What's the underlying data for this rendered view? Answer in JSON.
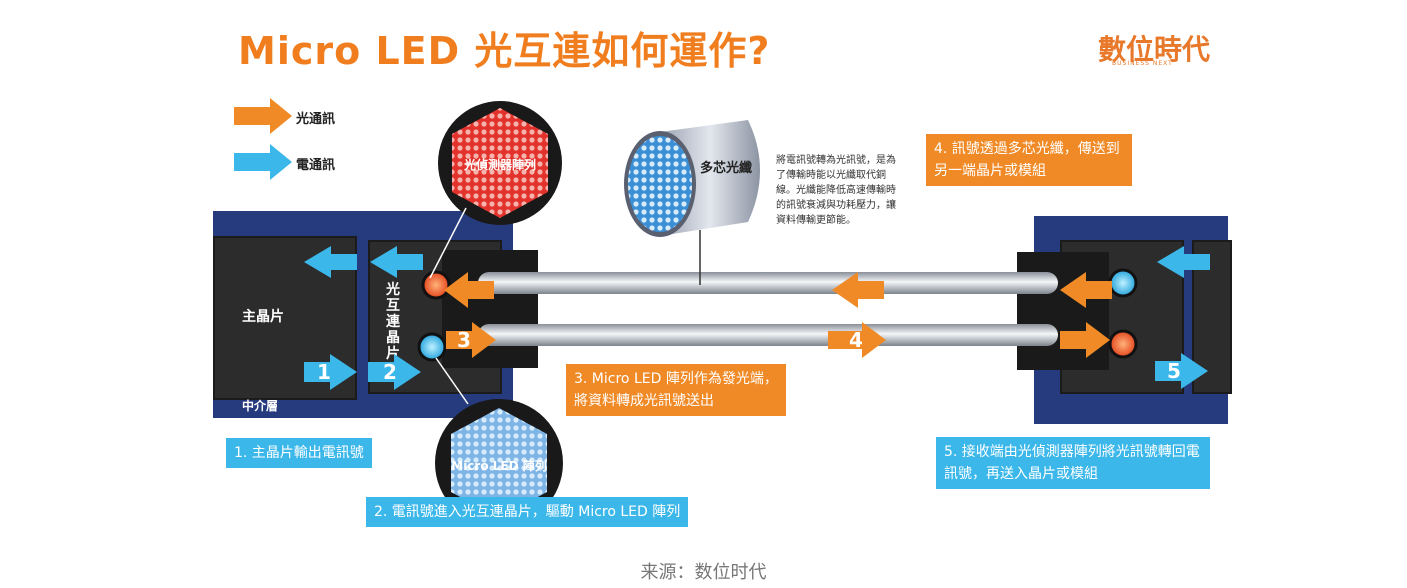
{
  "title": "Micro  LED 光互連如何運作?",
  "logo": {
    "text": "數位時代",
    "sub": "BUSINESS NEXT"
  },
  "legend": [
    {
      "label": "光通訊",
      "color": "#f08a26"
    },
    {
      "label": "電通訊",
      "color": "#3bb7ea"
    }
  ],
  "left_module": {
    "main_chip": "主晶片",
    "interposer": "中介層",
    "interconnect_chip": "光互連晶片"
  },
  "callouts": {
    "detector": "光偵測器陣列",
    "microled": "Micro LED 陣列",
    "fiber": "多芯光纖"
  },
  "fiber_description": "將電訊號轉為光訊號，是為了傳輸時能以光纖取代銅線。光纖能降低高速傳輸時的訊號衰減與功耗壓力，讓資料傳輸更節能。",
  "numbers": [
    "1",
    "2",
    "3",
    "4",
    "5"
  ],
  "steps": {
    "s1": "1. 主晶片輸出電訊號",
    "s2": "2. 電訊號進入光互連晶片，驅動 Micro LED 陣列",
    "s3": "3. Micro LED 陣列作為發光端，將資料轉成光訊號送出",
    "s4": "4. 訊號透過多芯光纖，傳送到另一端晶片或模組",
    "s5": "5. 接收端由光偵測器陣列將光訊號轉回電訊號，再送入晶片或模組"
  },
  "caption": "来源：数位时代",
  "colors": {
    "orange": "#f08a26",
    "blue": "#3bb7ea",
    "navy": "#263a7e",
    "title": "#f07d1e"
  }
}
